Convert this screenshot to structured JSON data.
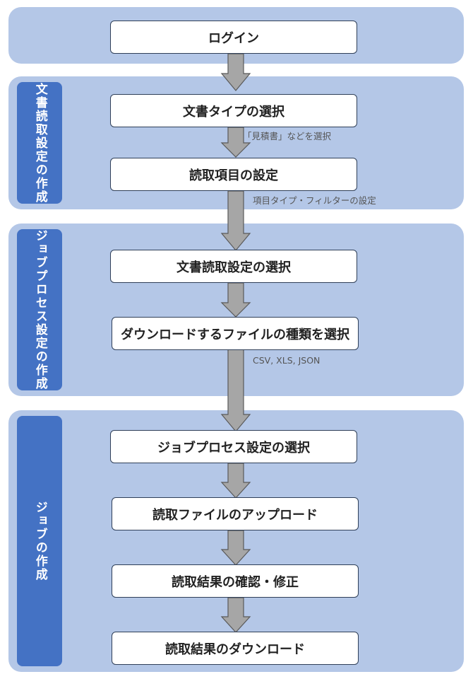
{
  "sections": [
    {
      "label": ""
    },
    {
      "label": "文書読取設定の作成"
    },
    {
      "label": "ジョブプロセス設定の作成"
    },
    {
      "label": "ジョブの作成"
    }
  ],
  "steps": [
    "ログイン",
    "文書タイプの選択",
    "読取項目の設定",
    "文書読取設定の選択",
    "ダウンロードするファイルの種類を選択",
    "ジョブプロセス設定の選択",
    "読取ファイルのアップロード",
    "読取結果の確認・修正",
    "読取結果のダウンロード"
  ],
  "notes": [
    "「見積書」などを選択",
    "項目タイプ・フィルターの設定",
    "CSV, XLS, JSON"
  ],
  "colors": {
    "panel": "#b4c7e7",
    "sidebar": "#4472c4",
    "arrow": "#a6a6a6",
    "arrow_stroke": "#595959"
  }
}
